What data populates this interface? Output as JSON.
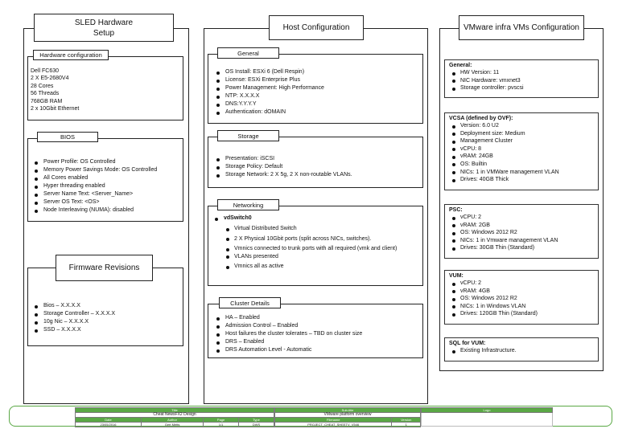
{
  "sled": {
    "title_line1": "SLED Hardware",
    "title_line2": "Setup",
    "hw_label": "Hardware configuration",
    "hw_lines": [
      "Dell FC630",
      "2 X E5-2680V4",
      "28 Cores",
      "56 Threads",
      "768GB RAM",
      "2 x 10Gbit Ethernet"
    ],
    "bios_label": "BIOS",
    "bios_items": [
      "Power Profile: OS Controlled",
      "Memory Power Savings Mode: OS Controlled",
      "All Cores enabled",
      "Hyper threading enabled",
      "Server Name Text: <Server_Name>",
      "Server OS Text: <OS>",
      "Node Interleaving (NUMA): disabled"
    ]
  },
  "firmware": {
    "title": "Firmware Revisions",
    "items": [
      "Bios – X.X.X.X",
      "Storage Controller – X.X.X.X",
      "10g Nic – X.X.X.X",
      "SSD – X.X.X.X"
    ]
  },
  "host": {
    "title": "Host Configuration",
    "general_label": "General",
    "general_items": [
      "OS Install: ESXi 6 (Dell Respin)",
      "License: ESXi Enterprise Plus",
      "Power Management: High Performance",
      "NTP: X.X.X.X",
      "DNS:Y.Y.Y.Y",
      "Authentication: dOMAIN"
    ],
    "storage_label": "Storage",
    "storage_items": [
      "Presentation: iSCSI",
      "Storage Policy: Default",
      "Storage Network: 2 X 5g, 2 X non-routable VLANs."
    ],
    "networking_label": "Networking",
    "vswitch": "vdSwitch0",
    "networking_items": [
      "Virtual Distributed Switch",
      "2 X Physical 10Gbit ports (split across NICs, switches).",
      "Vmnics connected to trunk ports with all required (vmk and client)",
      "VLANs presented",
      "Vmnics all as active"
    ],
    "cluster_label": "Cluster Details",
    "cluster_items": [
      "HA – Enabled",
      "Admission Control – Enabled",
      "Host failures the cluster tolerates – TBD on cluster size",
      "DRS – Enabled",
      "DRS Automation Level - Automatic"
    ]
  },
  "vmware": {
    "title": "VMware infra VMs Configuration",
    "general_heading": "General:",
    "general_items": [
      "HW Version: 11",
      "NIC Hardware: vmxnet3",
      "Storage controller: pvscsi"
    ],
    "vcsa_heading": "VCSA (defined by OVF):",
    "vcsa_items": [
      "Version:  6.0 U2",
      "Deployment size: Medium",
      "Management Cluster",
      "vCPU: 8",
      "vRAM: 24GB",
      "OS: Builtin",
      "NICs: 1 in VMWare management VLAN",
      "Drives: 40GB Thick"
    ],
    "psc_heading": "PSC:",
    "psc_items": [
      "vCPU: 2",
      "vRAM: 2GB",
      "OS: Windows 2012 R2",
      "NICs: 1 in Vmware management  VLAN",
      "Drives: 30GB Thin (Standard)"
    ],
    "vum_heading": "VUM:",
    "vum_items": [
      "vCPU: 2",
      "vRAM: 4GB",
      "OS: Windows 2012 R2",
      "NICs: 1 in Windows VLAN",
      "Drives: 120GB Thin (Standard)"
    ],
    "sql_heading": "SQL for VUM:",
    "sql_items": [
      "Existing Infrastructure."
    ]
  },
  "footer": {
    "h1": "Title",
    "h2": "Sub-title",
    "h3": "Logo",
    "project": "Cheat NewsFX2 Design",
    "subtitle": "VMware platform overview",
    "c_date": "Date",
    "c_author": "Author",
    "c_page": "Page",
    "c_type": "Type",
    "c_filename": "Filename",
    "c_version": "Version",
    "v_date": "23/05/2016",
    "v_author": "Gert Metts",
    "v_page": "1/1",
    "v_type": "DWS",
    "v_filename": "PROJECT_CHEAT_SHEETV_V546",
    "v_version": "1"
  }
}
